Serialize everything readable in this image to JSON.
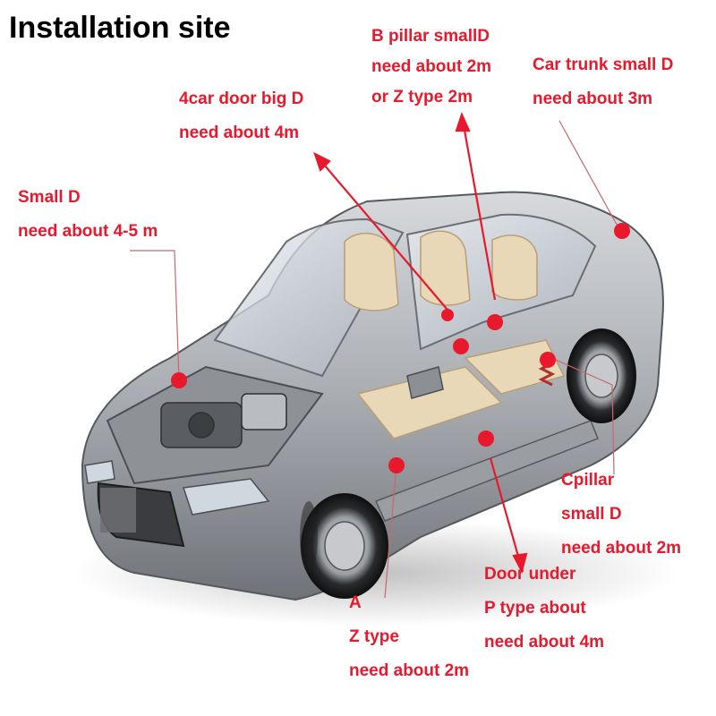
{
  "title": "Installation site",
  "colors": {
    "label": "#e8192c",
    "marker": "#e8192c",
    "title": "#000000"
  },
  "labels": {
    "b_pillar": [
      "B pillar smallD",
      "need about 2m",
      "or Z type 2m"
    ],
    "trunk": [
      "Car trunk small D",
      "need about 3m"
    ],
    "door": [
      "4car door big D",
      "need about 4m"
    ],
    "small_d": [
      "Small D",
      "need about 4-5 m"
    ],
    "c_pillar": [
      "Cpillar",
      "small D",
      "need about 2m"
    ],
    "door_under": [
      "Door under",
      "P type about",
      "need about 4m"
    ],
    "a_pillar": [
      "A",
      "Z type",
      "need about 2m"
    ]
  }
}
